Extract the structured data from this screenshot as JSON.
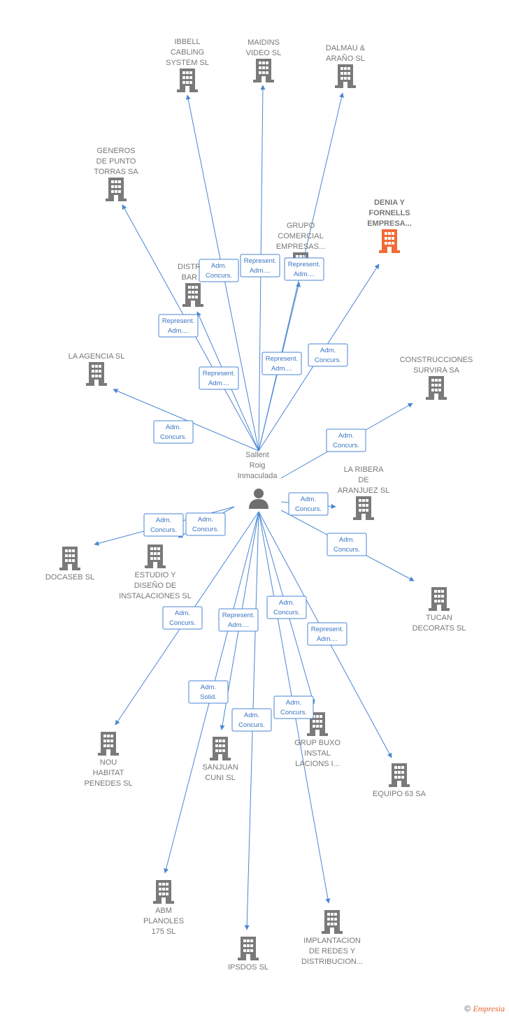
{
  "colors": {
    "edge": "#4a86d4",
    "company": "#7a7a7a",
    "highlight": "#f26a35",
    "person": "#6f6f6f"
  },
  "center": {
    "lines": [
      "Sallent",
      "Roig",
      "Inmaculada"
    ],
    "icon": "person-icon"
  },
  "companies": [
    {
      "id": "ibbell",
      "lines": [
        "IBBELL",
        "CABLING",
        "SYSTEM SL"
      ]
    },
    {
      "id": "maidins",
      "lines": [
        "MAIDINS",
        "VIDEO SL"
      ]
    },
    {
      "id": "dalmau",
      "lines": [
        "DALMAU &",
        "ARAÑO SL"
      ]
    },
    {
      "id": "generos",
      "lines": [
        "GENEROS",
        "DE PUNTO",
        "TORRAS SA"
      ]
    },
    {
      "id": "denia",
      "lines": [
        "DENIA Y",
        "FORNELLS",
        "EMPRESA..."
      ],
      "highlight": true
    },
    {
      "id": "grupo",
      "lines": [
        "GRUPO",
        "COMERCIAL",
        "EMPRESAS..."
      ]
    },
    {
      "id": "distric",
      "lines": [
        "DISTRIC",
        "BAR S"
      ]
    },
    {
      "id": "agencia",
      "lines": [
        "LA AGENCIA SL"
      ]
    },
    {
      "id": "survira",
      "lines": [
        "CONSTRUCCIONES",
        "SURVIRA SA"
      ]
    },
    {
      "id": "ribera",
      "lines": [
        "LA RIBERA",
        "DE",
        "ARANJUEZ SL"
      ]
    },
    {
      "id": "docaseb",
      "lines": [
        "DOCASEB SL"
      ]
    },
    {
      "id": "estudio",
      "lines": [
        "ESTUDIO Y",
        "DISEÑO DE",
        "INSTALACIONES SL"
      ]
    },
    {
      "id": "tucan",
      "lines": [
        "TUCAN",
        "DECORATS SL"
      ]
    },
    {
      "id": "nou",
      "lines": [
        "NOU",
        "HABITAT",
        "PENEDES SL"
      ]
    },
    {
      "id": "sanjuan",
      "lines": [
        "SANJUAN",
        "CUNI SL"
      ]
    },
    {
      "id": "buxo",
      "lines": [
        "GRUP BUXO",
        "INSTAL",
        "LACIONS I..."
      ]
    },
    {
      "id": "equipo",
      "lines": [
        "EQUIPO 63 SA"
      ]
    },
    {
      "id": "abm",
      "lines": [
        "ABM",
        "PLANOLES",
        "175 SL"
      ]
    },
    {
      "id": "ipsdos",
      "lines": [
        "IPSDOS  SL"
      ]
    },
    {
      "id": "implantacion",
      "lines": [
        "IMPLANTACION",
        "DE REDES Y",
        "DISTRIBUCION..."
      ]
    }
  ],
  "relations": [
    {
      "target": "ibbell",
      "lines": [
        "Adm.",
        "Concurs."
      ]
    },
    {
      "target": "maidins",
      "lines": [
        "Represent.",
        "Adm...."
      ]
    },
    {
      "target": "dalmau",
      "lines": [
        "Represent.",
        "Adm...."
      ]
    },
    {
      "target": "generos",
      "lines": [
        "Represent.",
        "Adm...."
      ]
    },
    {
      "target": "distric",
      "lines": [
        "Represent.",
        "Adm...."
      ]
    },
    {
      "target": "grupo",
      "lines": [
        "Represent.",
        "Adm...."
      ]
    },
    {
      "target": "denia",
      "lines": [
        "Adm.",
        "Concurs."
      ]
    },
    {
      "target": "agencia",
      "lines": [
        "Adm.",
        "Concurs."
      ]
    },
    {
      "target": "survira",
      "lines": [
        "Adm.",
        "Concurs."
      ]
    },
    {
      "target": "ribera",
      "lines": [
        "Adm.",
        "Concurs."
      ]
    },
    {
      "target": "tucan",
      "lines": [
        "Adm.",
        "Concurs."
      ]
    },
    {
      "target": "docaseb",
      "lines": [
        "Adm.",
        "Concurs."
      ]
    },
    {
      "target": "estudio",
      "lines": [
        "Adm.",
        "Concurs."
      ]
    },
    {
      "target": "nou",
      "lines": [
        "Adm.",
        "Concurs."
      ]
    },
    {
      "target": "sanjuan",
      "lines": [
        "Represent.",
        "Adm...."
      ]
    },
    {
      "target": "buxo",
      "lines": [
        "Adm.",
        "Concurs."
      ]
    },
    {
      "target": "equipo",
      "lines": [
        "Represent.",
        "Adm...."
      ]
    },
    {
      "target": "abm",
      "lines": [
        "Adm.",
        "Solid."
      ]
    },
    {
      "target": "ipsdos",
      "lines": [
        "Adm.",
        "Concurs."
      ]
    },
    {
      "target": "implantacion",
      "lines": [
        "Adm.",
        "Concurs."
      ]
    }
  ],
  "footer": {
    "symbol": "©",
    "brand": "Empresia"
  }
}
